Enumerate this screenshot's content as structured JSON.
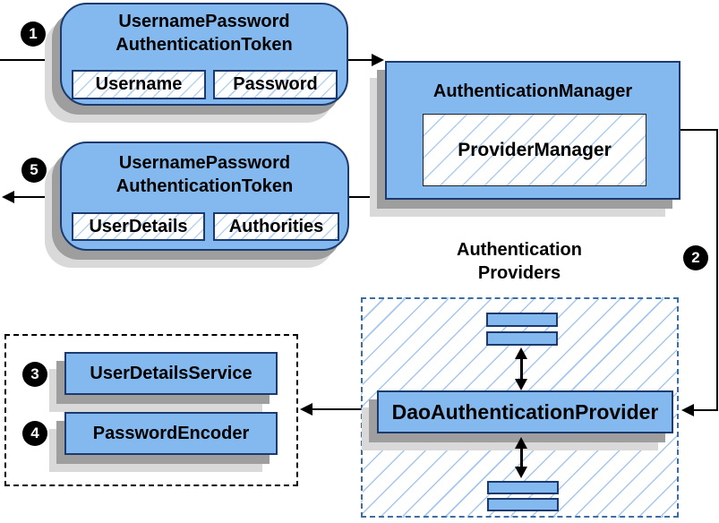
{
  "palette": {
    "box_fill": "#84b9f0",
    "box_border": "#1c3a6e",
    "dashed_border": "#3c6ea5",
    "hatch_line": "#aecdf2",
    "shadow_dark": "#9e9e9e",
    "shadow_light": "#d9d9d9",
    "connector": "#000000",
    "marker_bg": "#000000",
    "marker_text": "#ffffff"
  },
  "markers": {
    "step1": "1",
    "step2": "2",
    "step3": "3",
    "step4": "4",
    "step5": "5"
  },
  "request_token": {
    "title_line1": "UsernamePassword",
    "title_line2": "AuthenticationToken",
    "fields": [
      "Username",
      "Password"
    ]
  },
  "authentication_manager": {
    "title": "AuthenticationManager",
    "inner": "ProviderManager"
  },
  "response_token": {
    "title_line1": "UsernamePassword",
    "title_line2": "AuthenticationToken",
    "fields": [
      "UserDetails",
      "Authorities"
    ]
  },
  "providers_group": {
    "label_line1": "Authentication",
    "label_line2": "Providers",
    "dao_provider": "DaoAuthenticationProvider"
  },
  "beans": {
    "user_details_service": "UserDetailsService",
    "password_encoder": "PasswordEncoder"
  }
}
